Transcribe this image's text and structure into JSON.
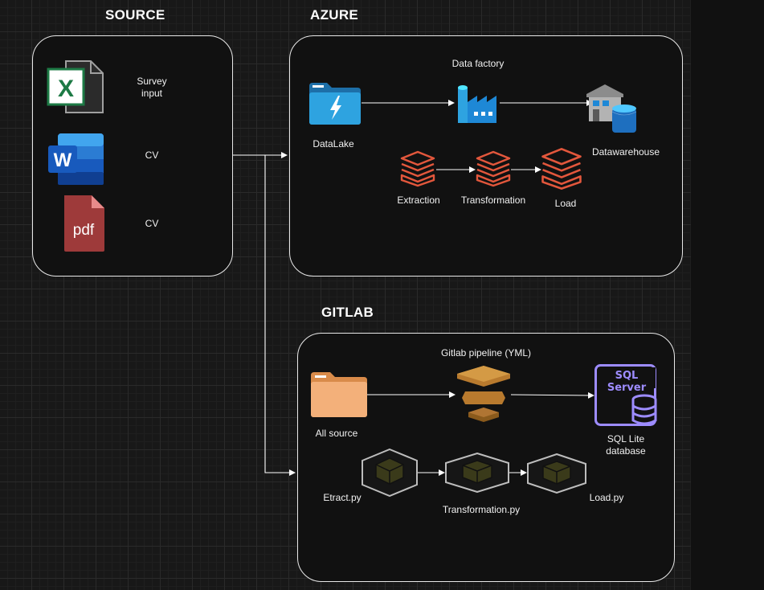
{
  "source": {
    "title": "SOURCE",
    "items": [
      {
        "label": "Survey input",
        "icon": "excel-file-icon"
      },
      {
        "label": "CV",
        "icon": "word-file-icon"
      },
      {
        "label": "CV",
        "icon": "pdf-file-icon"
      }
    ]
  },
  "azure": {
    "title": "AZURE",
    "datalake": "DataLake",
    "data_factory": "Data factory",
    "datawarehouse": "Datawarehouse",
    "extraction": "Extraction",
    "transformation": "Transformation",
    "load": "Load"
  },
  "gitlab": {
    "title": "GITLAB",
    "all_source": "All source",
    "pipeline": "Gitlab pipeline (YML)",
    "sql_server_badge": "SQL Server",
    "sql_lite": "SQL Lite database",
    "extract_py": "Etract.py",
    "transformation_py": "Transformation.py",
    "load_py": "Load.py"
  },
  "colors": {
    "background": "#181818",
    "panel_border": "#e8e8e8",
    "connector": "#ffffff",
    "excel_green": "#1d7a45",
    "word_blue": "#2b6fd6",
    "pdf_red": "#9e3a3a",
    "azure_blue": "#2ea3e0",
    "databricks_orange": "#e3573c",
    "pipeline_brown": "#b87a2e",
    "sql_server_purple": "#9d8cff",
    "folder_orange": "#f3b07a",
    "module_gray": "#bdbdbd"
  }
}
